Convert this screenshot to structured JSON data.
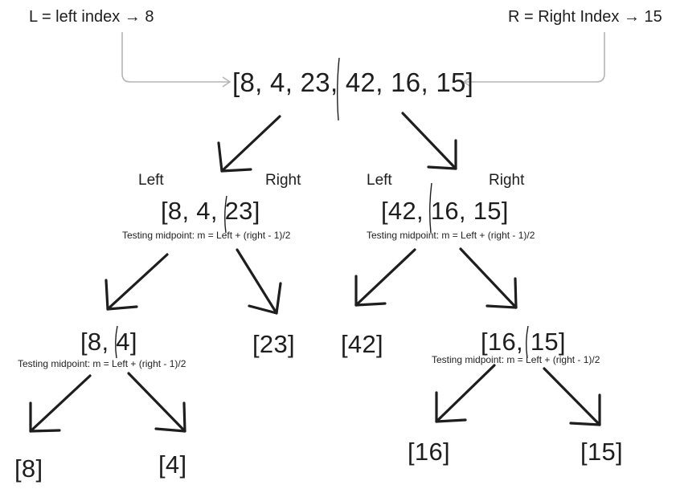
{
  "colors": {
    "ink": "#1e1e1e",
    "guide": "#b5b5b5",
    "background": "#ffffff"
  },
  "header": {
    "left_index": "L = left index → 8",
    "right_index": "R = Right Index → 15"
  },
  "root": {
    "array": "[8, 4, 23, 42, 16, 15]"
  },
  "level1": {
    "left": {
      "left_label": "Left",
      "right_label": "Right",
      "array": "[8, 4, 23]",
      "midpoint": "Testing midpoint: m = Left + (right - 1)/2"
    },
    "right": {
      "left_label": "Left",
      "right_label": "Right",
      "array": "[42, 16, 15]",
      "midpoint": "Testing midpoint: m = Left + (right - 1)/2"
    }
  },
  "level2": {
    "pair_8_4": {
      "array": "[8, 4]",
      "midpoint": "Testing midpoint: m = Left + (right - 1)/2"
    },
    "leaf_23": "[23]",
    "leaf_42": "[42]",
    "pair_16_15": {
      "array": "[16, 15]",
      "midpoint": "Testing midpoint: m = Left + (right - 1)/2"
    }
  },
  "leaves": {
    "leaf_8": "[8]",
    "leaf_4": "[4]",
    "leaf_16": "[16]",
    "leaf_15": "[15]"
  }
}
